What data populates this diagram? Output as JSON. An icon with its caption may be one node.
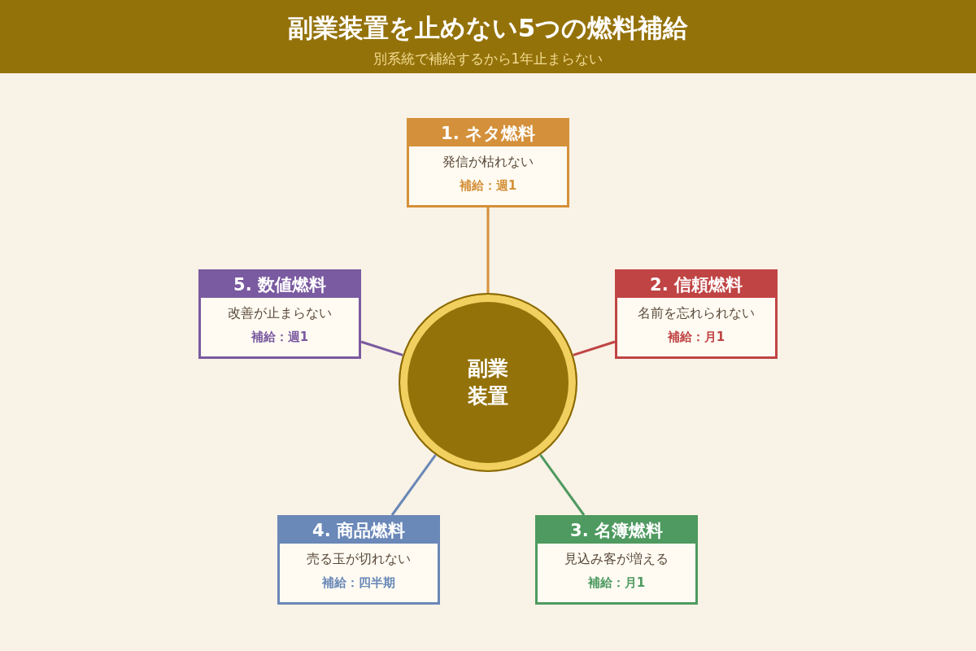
{
  "diagram": {
    "title": "副業装置を止めない5つの燃料補給",
    "nodes": [
      {
        "text": [
          "副業装置"
        ]
      },
      {
        "text": [
          "1. ネタ燃料",
          "発信が枯れない",
          "補給：週1"
        ]
      },
      {
        "text": [
          "2. 信頼燃料",
          "名前を忘れられない",
          "補給：月1"
        ]
      },
      {
        "text": [
          "3. 名簿燃料",
          "見込み客が増える",
          "補給：月1"
        ]
      },
      {
        "text": [
          "4. 商品燃料",
          "売る玉が切れない",
          "補給：四半期"
        ]
      },
      {
        "text": [
          "5. 数値燃料",
          "改善が止まらない",
          "補給：週1"
        ]
      }
    ],
    "edges": [
      {
        "from": 0,
        "to": 1,
        "arrow": "none",
        "color": "#d4903a"
      },
      {
        "from": 0,
        "to": 2,
        "arrow": "none",
        "color": "#c04444"
      },
      {
        "from": 0,
        "to": 3,
        "arrow": "none",
        "color": "#4e9a60"
      },
      {
        "from": 0,
        "to": 4,
        "arrow": "none",
        "color": "#6a88b8"
      },
      {
        "from": 0,
        "to": 5,
        "arrow": "none",
        "color": "#7a5aa0"
      }
    ],
    "labels": [
      "別系統で補給するから1年止まらない"
    ]
  }
}
